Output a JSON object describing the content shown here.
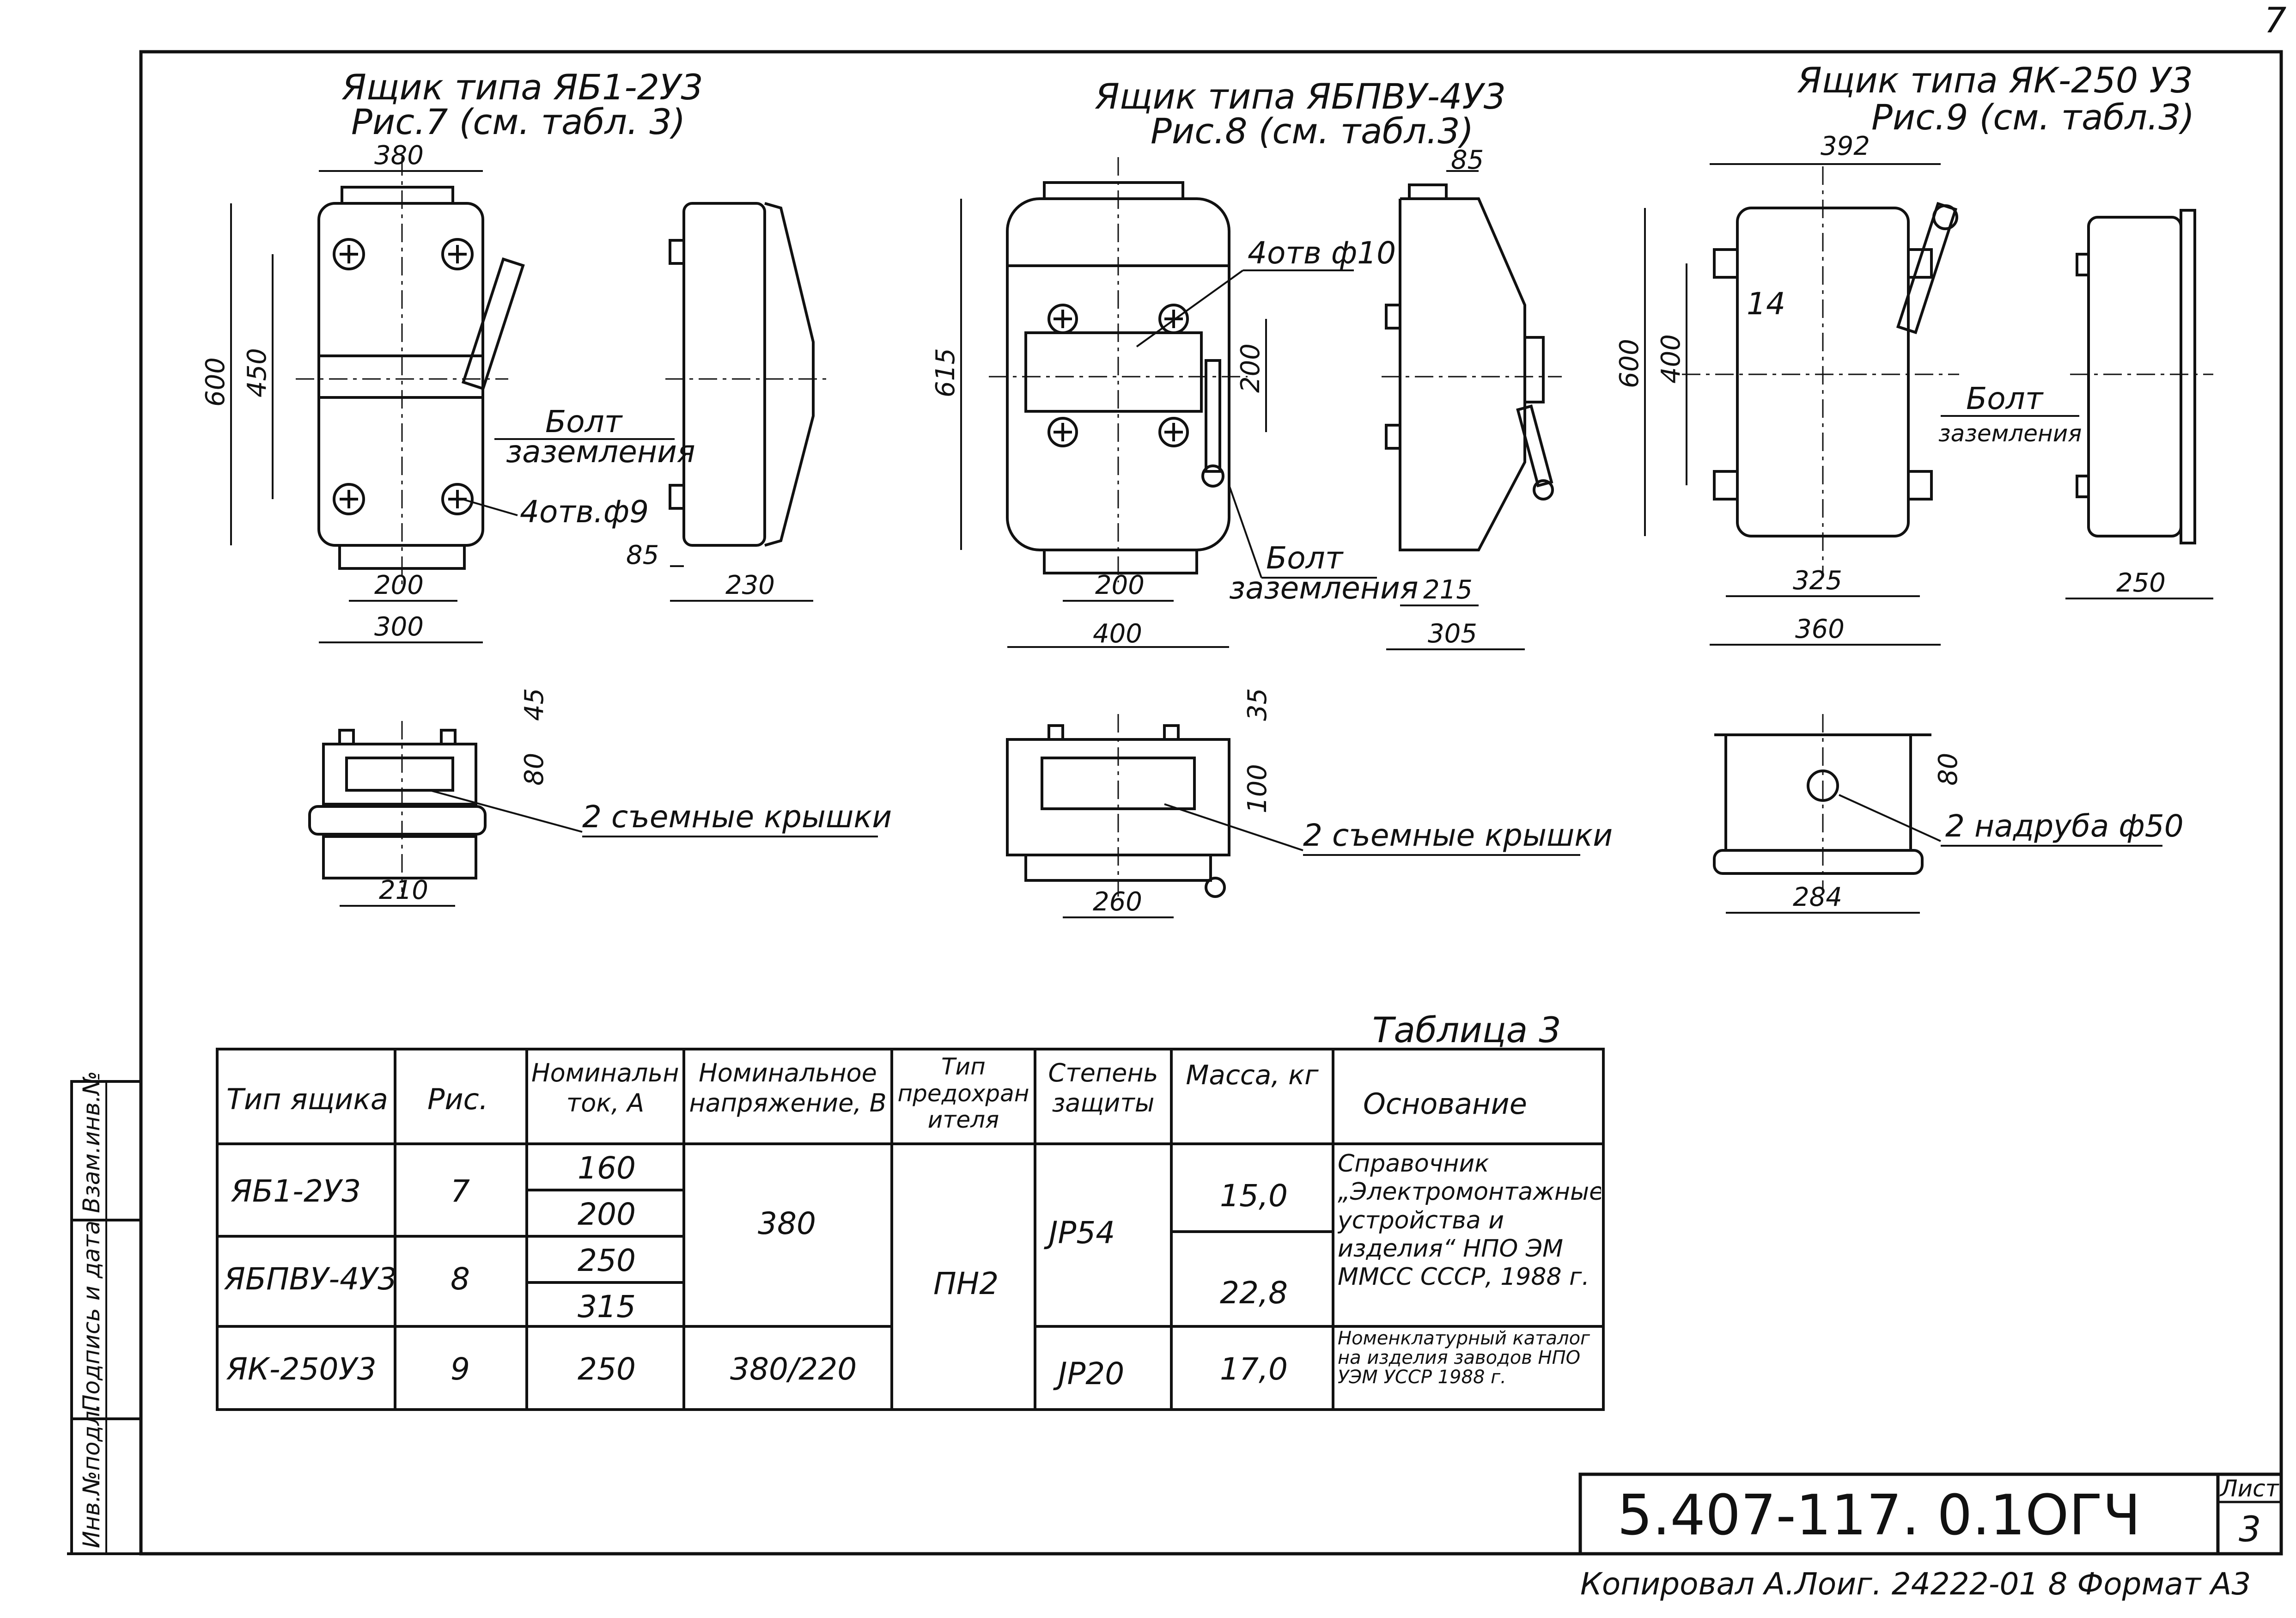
{
  "sheet": {
    "page_number": "7",
    "designation": "5.407-117. 0.1ОГЧ",
    "list_label": "Лист",
    "list_number": "3",
    "footer": "Копировал  А.Лоиг.  24222-01  8  Формат А3",
    "side_stamp": [
      "Инв.№подл.",
      "Подпись и дата",
      "Взам.инв.№"
    ]
  },
  "figure1": {
    "title": "Ящик типа ЯБ1-2У3",
    "subtitle": "Рис.7 (см. табл. 3)",
    "dims": {
      "width_top": "380",
      "height_total": "600",
      "height_holes": "450",
      "holes_spacing": "200",
      "base_width": "300",
      "side_depth": "230",
      "side_offset": "85",
      "plan_width": "210",
      "plan_offset_top": "45",
      "plan_offset": "80"
    },
    "notes": {
      "bolt_line1": "Болт",
      "bolt_line2": "заземления",
      "holes": "4отв.ф9",
      "covers": "2 съемные крышки"
    }
  },
  "figure2": {
    "title": "Ящик типа ЯБПВУ-4У3",
    "subtitle": "Рис.8 (см. табл.3)",
    "dims": {
      "height_total": "615",
      "holes_vertical": "200",
      "holes_spacing": "200",
      "base_width": "400",
      "side_top": "85",
      "side_inner": "215",
      "side_depth": "305",
      "plan_width": "260",
      "plan_offset_top": "35",
      "plan_offset": "100"
    },
    "notes": {
      "holes": "4отв ф10",
      "bolt_line1": "Болт",
      "bolt_line2": "заземления",
      "covers": "2 съемные крышки"
    }
  },
  "figure3": {
    "title": "Ящик типа ЯК-250 У3",
    "subtitle": "Рис.9 (см. табл.3)",
    "dims": {
      "width_top": "392",
      "height_total": "600",
      "height_holes": "400",
      "bracket": "14",
      "holes_spacing": "325",
      "base_width": "360",
      "side_depth": "250",
      "plan_width": "284",
      "plan_offset": "80"
    },
    "notes": {
      "bolt_line1": "Болт",
      "bolt_line2": "заземления",
      "nozzles": "2 надруба ф50"
    }
  },
  "table": {
    "caption": "Таблица 3",
    "headers": [
      "Тип ящика",
      "Рис.",
      "Номинальный ток, А",
      "Номинальное напряжение, В",
      "Тип предохранителя",
      "Степень защиты",
      "Масса, кг",
      "Основание"
    ],
    "rows": [
      {
        "type": "ЯБ1-2У3",
        "fig": "7",
        "currents": [
          "160",
          "200"
        ],
        "mass": "15,0"
      },
      {
        "type": "ЯБПВУ-4У3",
        "fig": "8",
        "currents": [
          "250",
          "315"
        ],
        "mass": "22,8"
      },
      {
        "type": "ЯК-250У3",
        "fig": "9",
        "currents": [
          "250"
        ],
        "mass": "17,0"
      }
    ],
    "voltage_1": "380",
    "voltage_2": "380/220",
    "fuse": "ПН2",
    "protection_1": "ЈР54",
    "protection_2": "ЈР20",
    "basis_1": "Справочник „Электромонтажные устройства и изделия“ НПО ЭМ ММСС СССР, 1988 г.",
    "basis_2": "Номенклатурный каталог на изделия заводов НПО УЭМ УССР 1988 г."
  }
}
